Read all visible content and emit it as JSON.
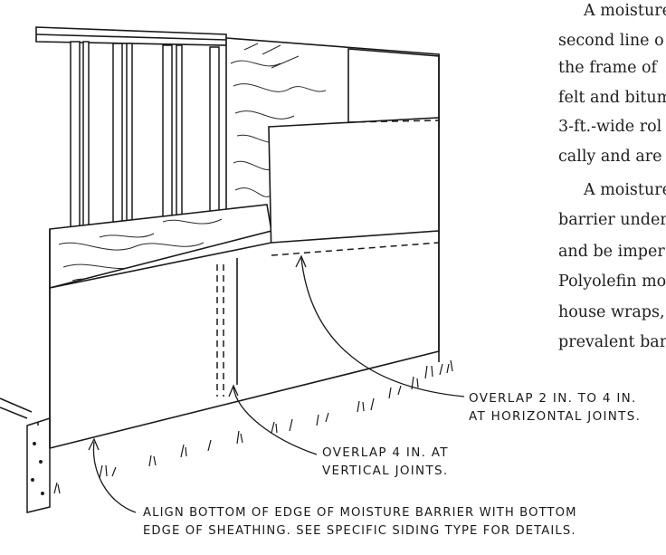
{
  "body_text": {
    "lines": [
      "A moisture",
      "second line o",
      "the frame of",
      "felt and bitum",
      "3-ft.-wide rol",
      "cally and are",
      "A moisture",
      "barrier under",
      "and be imper",
      "Polyolefin mo",
      "house wraps,",
      "prevalent bar"
    ]
  },
  "callouts": {
    "horizontal_overlap": {
      "line1": "OVERLAP 2 IN. TO 4 IN.",
      "line2": "AT HORIZONTAL JOINTS."
    },
    "vertical_overlap": {
      "line1": "OVERLAP 4 IN. AT",
      "line2": "VERTICAL JOINTS."
    },
    "align_bottom": {
      "line1": "ALIGN BOTTOM OF EDGE OF MOISTURE BARRIER WITH BOTTOM",
      "line2": "EDGE OF SHEATHING. SEE SPECIFIC SIDING TYPE FOR DETAILS."
    }
  },
  "colors": {
    "ink": "#1a1a1a",
    "paper": "#ffffff"
  }
}
